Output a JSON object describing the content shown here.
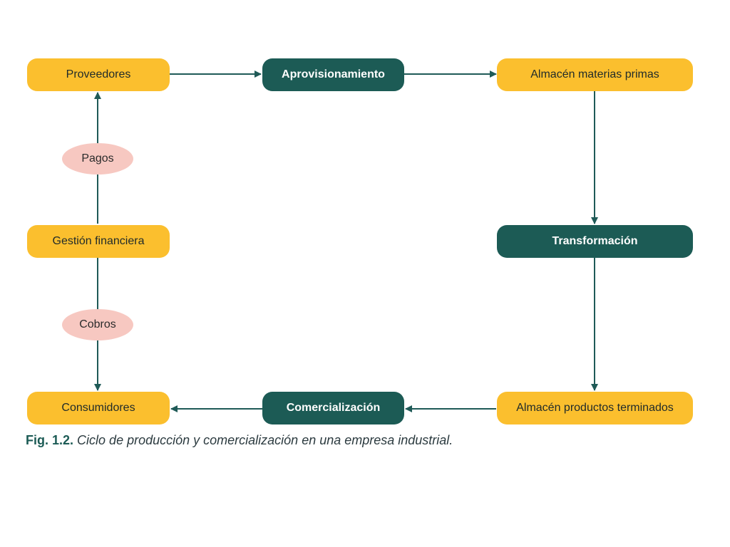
{
  "nodes": {
    "proveedores": "Proveedores",
    "aprovisionamiento": "Aprovisionamiento",
    "almacen_materias": "Almacén materias primas",
    "transformacion": "Transformación",
    "almacen_productos": "Almacén productos terminados",
    "comercializacion": "Comercialización",
    "consumidores": "Consumidores",
    "gestion_financiera": "Gestión financiera"
  },
  "flows": {
    "pagos": "Pagos",
    "cobros": "Cobros"
  },
  "caption": {
    "label": "Fig. 1.2.",
    "text": "Ciclo de producción y comercialización en una empresa industrial."
  },
  "colors": {
    "yellow": "#fbbf2e",
    "teal": "#1c5b55",
    "pink": "#f7c8c1",
    "arrow": "#1f5a57"
  }
}
